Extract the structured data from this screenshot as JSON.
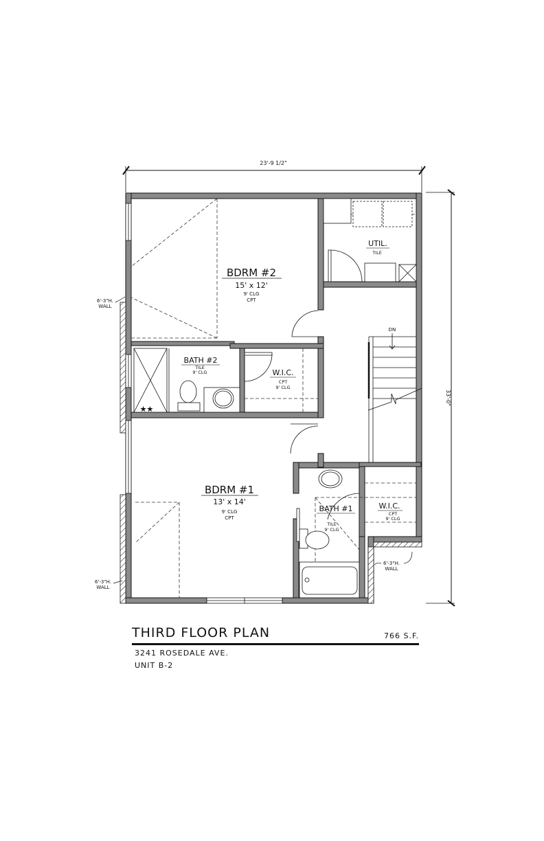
{
  "title_block": {
    "title": "THIRD FLOOR PLAN",
    "area": "766 S.F.",
    "address": "3241 ROSEDALE AVE.",
    "unit": "UNIT B-2"
  },
  "dimensions": {
    "width": "23'-9 1/2\"",
    "depth": "33'-0\""
  },
  "rooms": {
    "bdrm2": {
      "name": "BDRM #2",
      "size": "15' x 12'",
      "ceiling": "9' CLG",
      "floor": "CPT"
    },
    "bdrm1": {
      "name": "BDRM #1",
      "size": "13' x 14'",
      "ceiling": "9' CLG",
      "floor": "CPT"
    },
    "bath2": {
      "name": "BATH #2",
      "floor": "TILE",
      "ceiling": "9' CLG"
    },
    "bath1": {
      "name": "BATH #1",
      "floor": "TILE",
      "ceiling": "9' CLG"
    },
    "wic_upper": {
      "name": "W.I.C.",
      "floor": "CPT",
      "ceiling": "9' CLG"
    },
    "wic_lower": {
      "name": "W.I.C.",
      "floor": "CPT",
      "ceiling": "9' CLG"
    },
    "util": {
      "name": "UTIL.",
      "floor": "TILE"
    }
  },
  "notes": {
    "wall_upper_left": {
      "line1": "6'-3\"H.",
      "line2": "WALL"
    },
    "wall_lower_left": {
      "line1": "6'-3\"H.",
      "line2": "WALL"
    },
    "wall_lower_right": {
      "line1": "6'-3\"H.",
      "line2": "WALL"
    },
    "stair_direction": "DN"
  },
  "colors": {
    "wall_fill": "#8a8a8a",
    "line": "#111111"
  }
}
